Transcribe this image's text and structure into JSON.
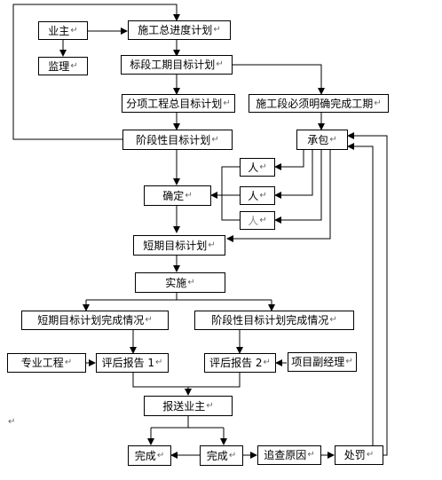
{
  "nodes": {
    "yezhu": "业主",
    "jianli": "监理",
    "zongjindu": "施工总进度计划",
    "biaoduan": "标段工期目标计划",
    "fenxiang": "分项工程总目标计划",
    "bixu": "施工段必须明确完成工期",
    "jieduan": "阶段性目标计划",
    "chengbao": "承包",
    "ren1": "人",
    "ren2": "人",
    "ren3": "人",
    "queding": "确定",
    "duanqi": "短期目标计划",
    "shishi": "实施",
    "duanqi_wc": "短期目标计划完成情况",
    "jieduan_wc": "阶段性目标计划完成情况",
    "zhuanye": "专业工程",
    "pinghou1": "评后报告 1",
    "pinghou2": "评后报告 2",
    "fujingli": "项目副经理",
    "baosong": "报送业主",
    "wancheng1": "完成",
    "wancheng2": "完成",
    "zhuicha": "追查原因",
    "chufa": "处罚"
  },
  "para_mark": "↵",
  "stray_mark": "↵"
}
